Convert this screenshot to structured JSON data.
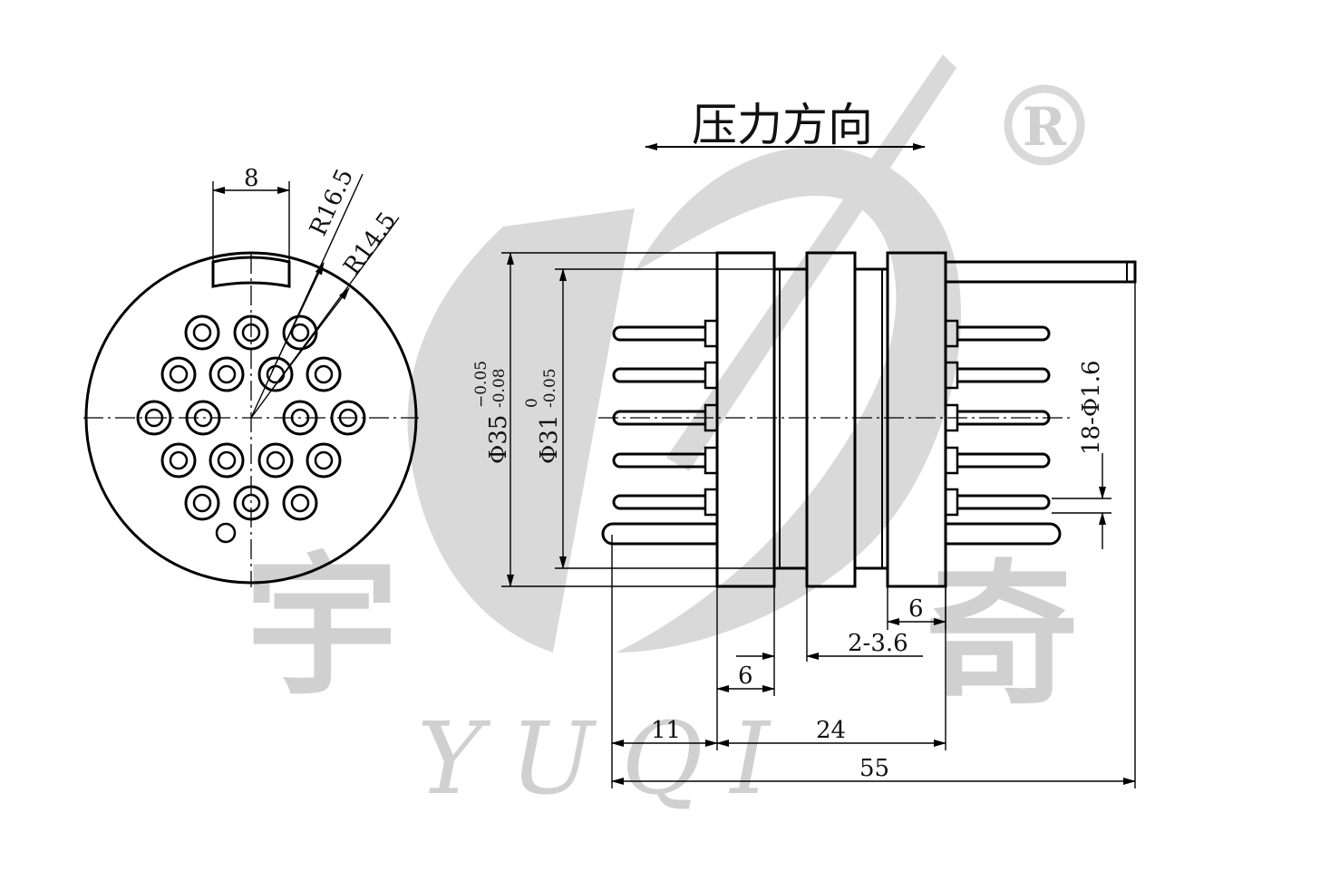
{
  "title": "压力方向",
  "watermark": {
    "registered_mark": "®",
    "chars": [
      "宇",
      "奇"
    ],
    "script": "YUQI"
  },
  "dimensions": {
    "width_8": "8",
    "r165": "R16.5",
    "r145": "R14.5",
    "d35": "Φ35",
    "d35_tol": "-0.05\n-0.08",
    "d35_tol_upper": "−0.05",
    "d35_tol_lower": "-0.08",
    "d31": "Φ31",
    "d31_tol_upper": "0",
    "d31_tol_lower": "-0.05",
    "pins": "18-Φ1.6",
    "dim_6_right": "6",
    "dim_2x36": "2-3.6",
    "dim_6_left": "6",
    "dim_11": "11",
    "dim_24": "24",
    "dim_55": "55"
  },
  "colors": {
    "line": "#000000",
    "watermark": "#d9d9d9"
  }
}
